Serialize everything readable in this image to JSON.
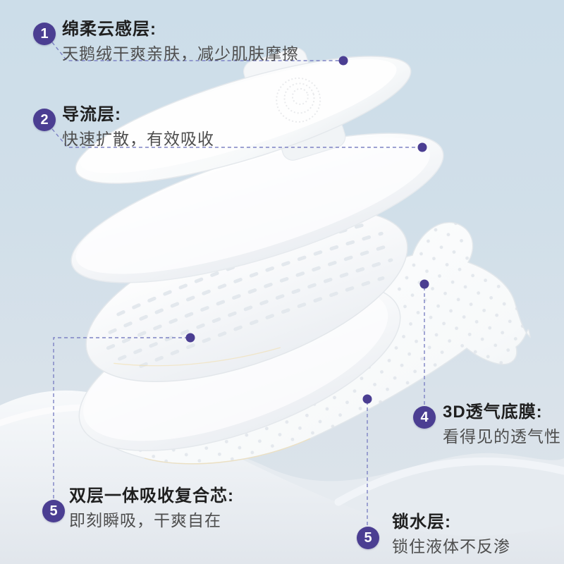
{
  "page": {
    "kind": "product-layer-infographic",
    "product": "sanitary pad exploded layer view"
  },
  "annotations": [
    {
      "number": "1",
      "title": "绵柔云感层:",
      "subtitle": "天鹅绒干爽亲肤，减少肌肤摩擦"
    },
    {
      "number": "2",
      "title": "导流层:",
      "subtitle": "快速扩散，有效吸收"
    },
    {
      "number": "4",
      "title": "3D透气底膜:",
      "subtitle": "看得见的透气性"
    },
    {
      "number": "5",
      "title": "双层一体吸收复合芯:",
      "subtitle": "即刻瞬吸，干爽自在"
    },
    {
      "number": "5",
      "title": "锁水层:",
      "subtitle": "锁住液体不反渗"
    }
  ],
  "colors": {
    "badge": "#4b3e92",
    "pointer_dot": "#4b3e92",
    "connector_line": "#7d82c4",
    "title_text": "#1f1f1f",
    "subtitle_text": "#4e4e4e",
    "sky_top": "#ccdde9",
    "sky_bottom": "#dde4ea",
    "fabric_white": "#f6f8fa"
  }
}
